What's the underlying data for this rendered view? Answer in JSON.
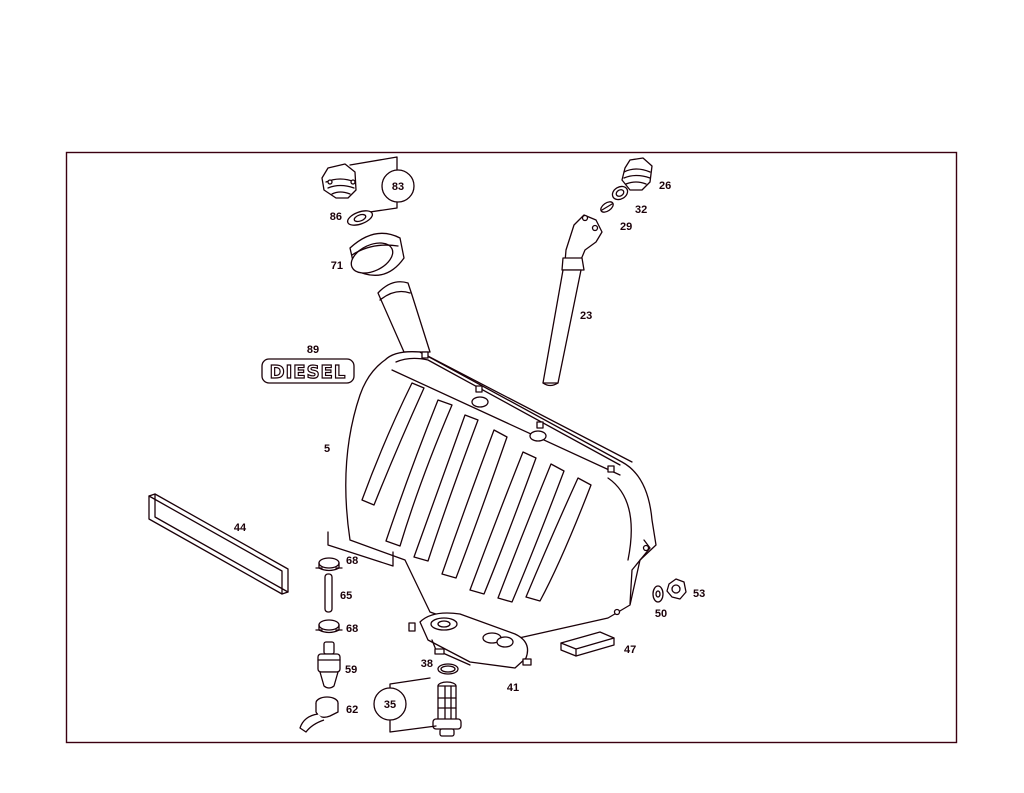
{
  "diagram": {
    "title": "Fuel tank assembly exploded parts diagram",
    "line_color": "#1a0008",
    "frame_color": "#3a0010",
    "badge": {
      "label": "89",
      "text": "DIESEL"
    },
    "callouts": {
      "c83": "83",
      "c86": "86",
      "c71": "71",
      "c26": "26",
      "c32": "32",
      "c29": "29",
      "c23": "23",
      "c89": "89",
      "c5": "5",
      "c44": "44",
      "c68a": "68",
      "c65": "65",
      "c68b": "68",
      "c59": "59",
      "c62": "62",
      "c38": "38",
      "c35": "35",
      "c41": "41",
      "c47": "47",
      "c50": "50",
      "c53": "53"
    }
  }
}
